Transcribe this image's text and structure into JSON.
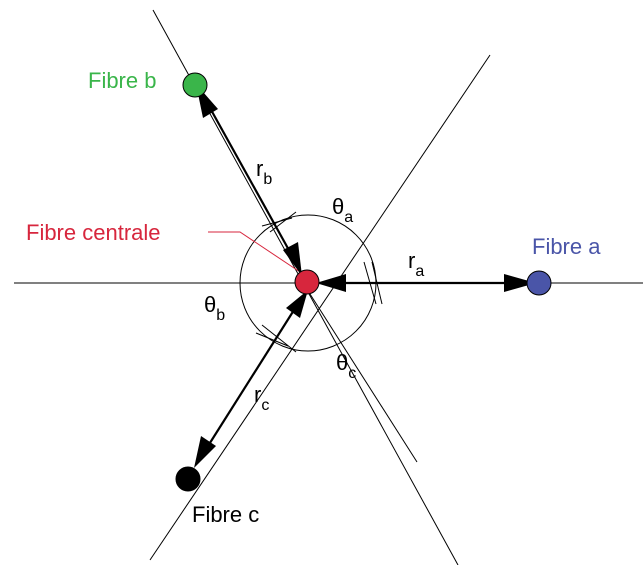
{
  "labels": {
    "fibre_a": "Fibre a",
    "fibre_b": "Fibre b",
    "fibre_c": "Fibre c",
    "fibre_centrale": "Fibre centrale",
    "r_a": {
      "base": "r",
      "sub": "a"
    },
    "r_b": {
      "base": "r",
      "sub": "b"
    },
    "r_c": {
      "base": "r",
      "sub": "c"
    },
    "theta_a": {
      "base": "θ",
      "sub": "a"
    },
    "theta_b": {
      "base": "θ",
      "sub": "b"
    },
    "theta_c": {
      "base": "θ",
      "sub": "c"
    }
  },
  "colors": {
    "fibre_a": "#4a55a8",
    "fibre_b": "#3ab54a",
    "fibre_c": "#000000",
    "fibre_centrale": "#d7263d",
    "lines": "#000000"
  }
}
